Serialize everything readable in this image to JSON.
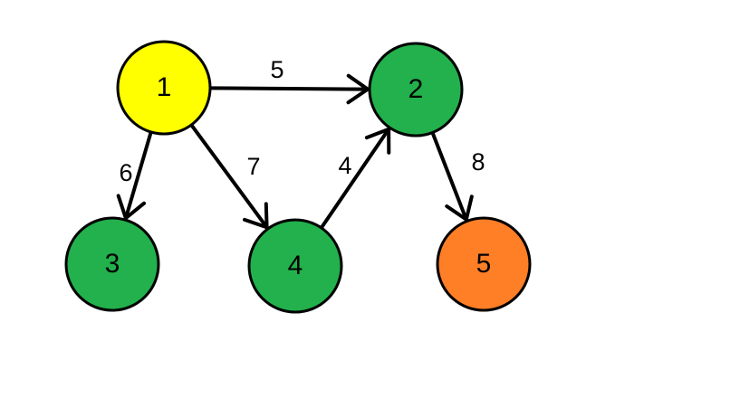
{
  "diagram": {
    "nodes": [
      {
        "id": "1",
        "label": "1",
        "color": "#ffff00"
      },
      {
        "id": "2",
        "label": "2",
        "color": "#22b14c"
      },
      {
        "id": "3",
        "label": "3",
        "color": "#22b14c"
      },
      {
        "id": "4",
        "label": "4",
        "color": "#22b14c"
      },
      {
        "id": "5",
        "label": "5",
        "color": "#ff7f27"
      }
    ],
    "edges": [
      {
        "from": "1",
        "to": "2",
        "weight": "5"
      },
      {
        "from": "1",
        "to": "3",
        "weight": "6"
      },
      {
        "from": "1",
        "to": "4",
        "weight": "7"
      },
      {
        "from": "4",
        "to": "2",
        "weight": "4"
      },
      {
        "from": "2",
        "to": "5",
        "weight": "8"
      }
    ]
  }
}
